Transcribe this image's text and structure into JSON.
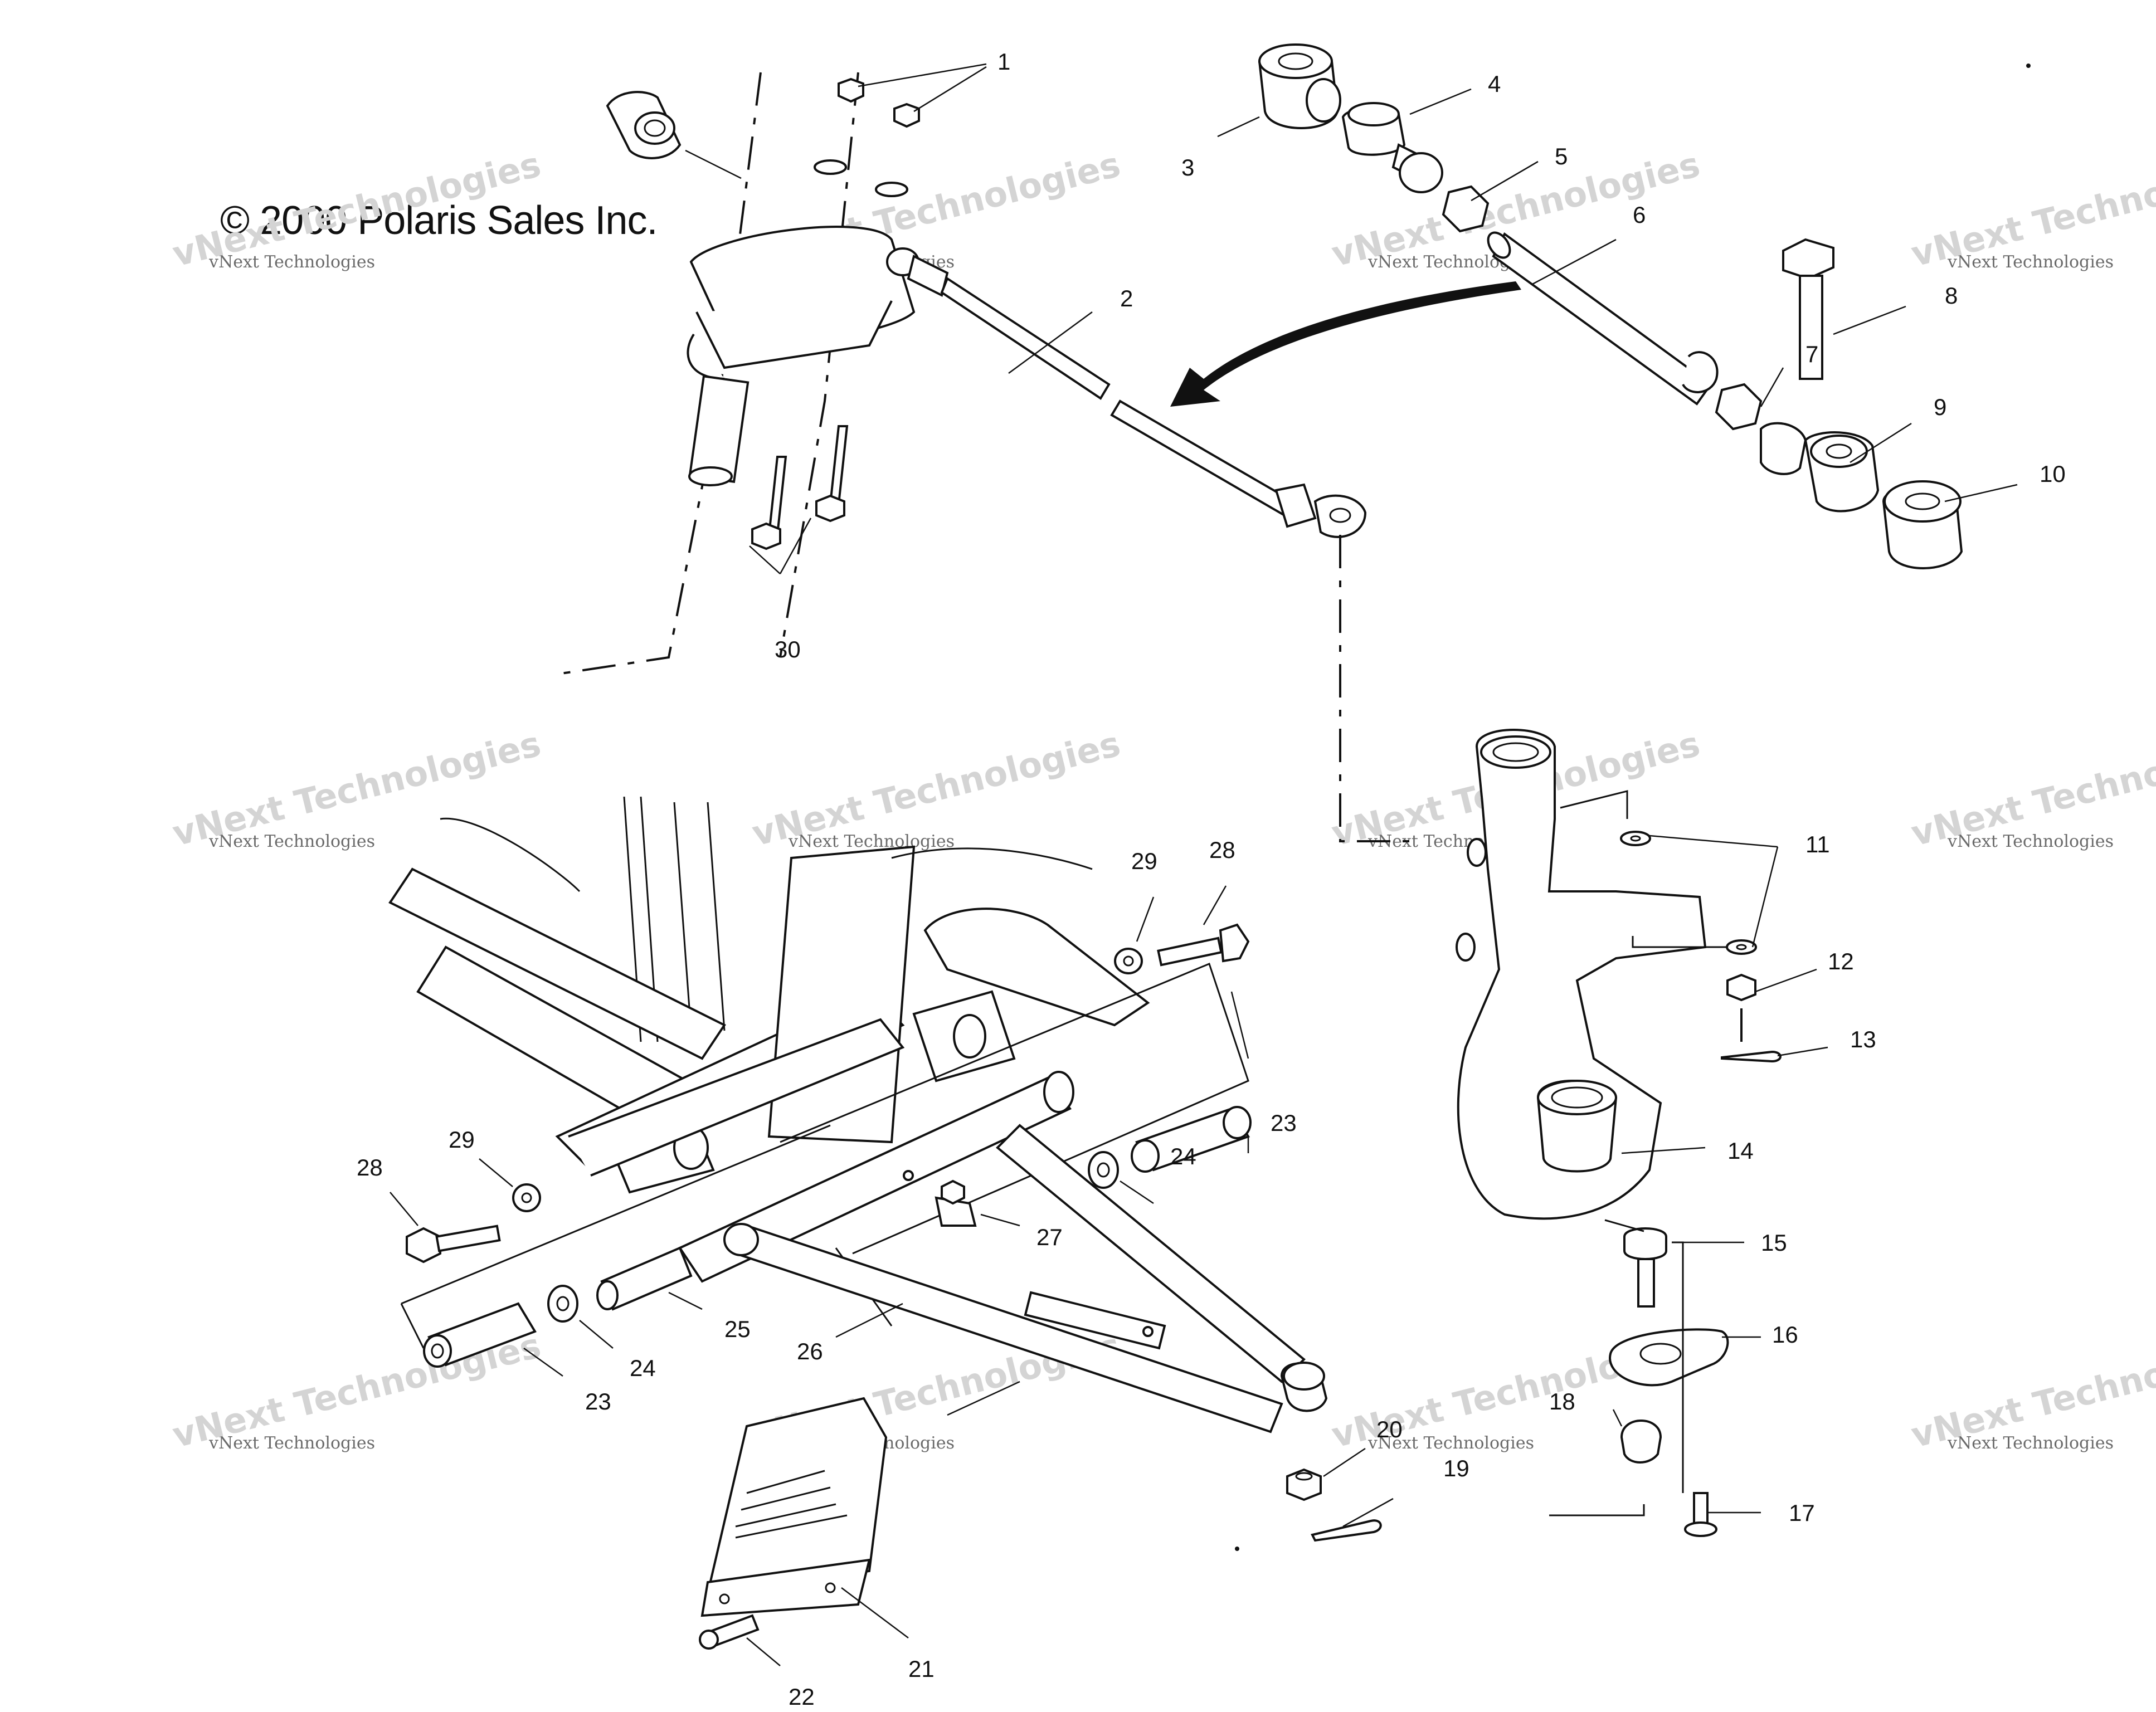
{
  "copyright": "© 2000 Polaris Sales Inc.",
  "watermark": {
    "big": "vNext Technologies",
    "small": "vNext Technologies"
  },
  "callouts": {
    "c1": "1",
    "c2": "2",
    "c3": "3",
    "c4": "4",
    "c5": "5",
    "c6": "6",
    "c7": "7",
    "c8": "8",
    "c9": "9",
    "c10": "10",
    "c11": "11",
    "c12": "12",
    "c13": "13",
    "c14": "14",
    "c15": "15",
    "c16": "16",
    "c17": "17",
    "c18": "18",
    "c19": "19",
    "c20": "20",
    "c21": "21",
    "c22": "22",
    "c23a": "23",
    "c23b": "23",
    "c24a": "24",
    "c24b": "24",
    "c25": "25",
    "c26": "26",
    "c27": "27",
    "c28a": "28",
    "c28b": "28",
    "c29a": "29",
    "c29b": "29",
    "c30": "30"
  }
}
